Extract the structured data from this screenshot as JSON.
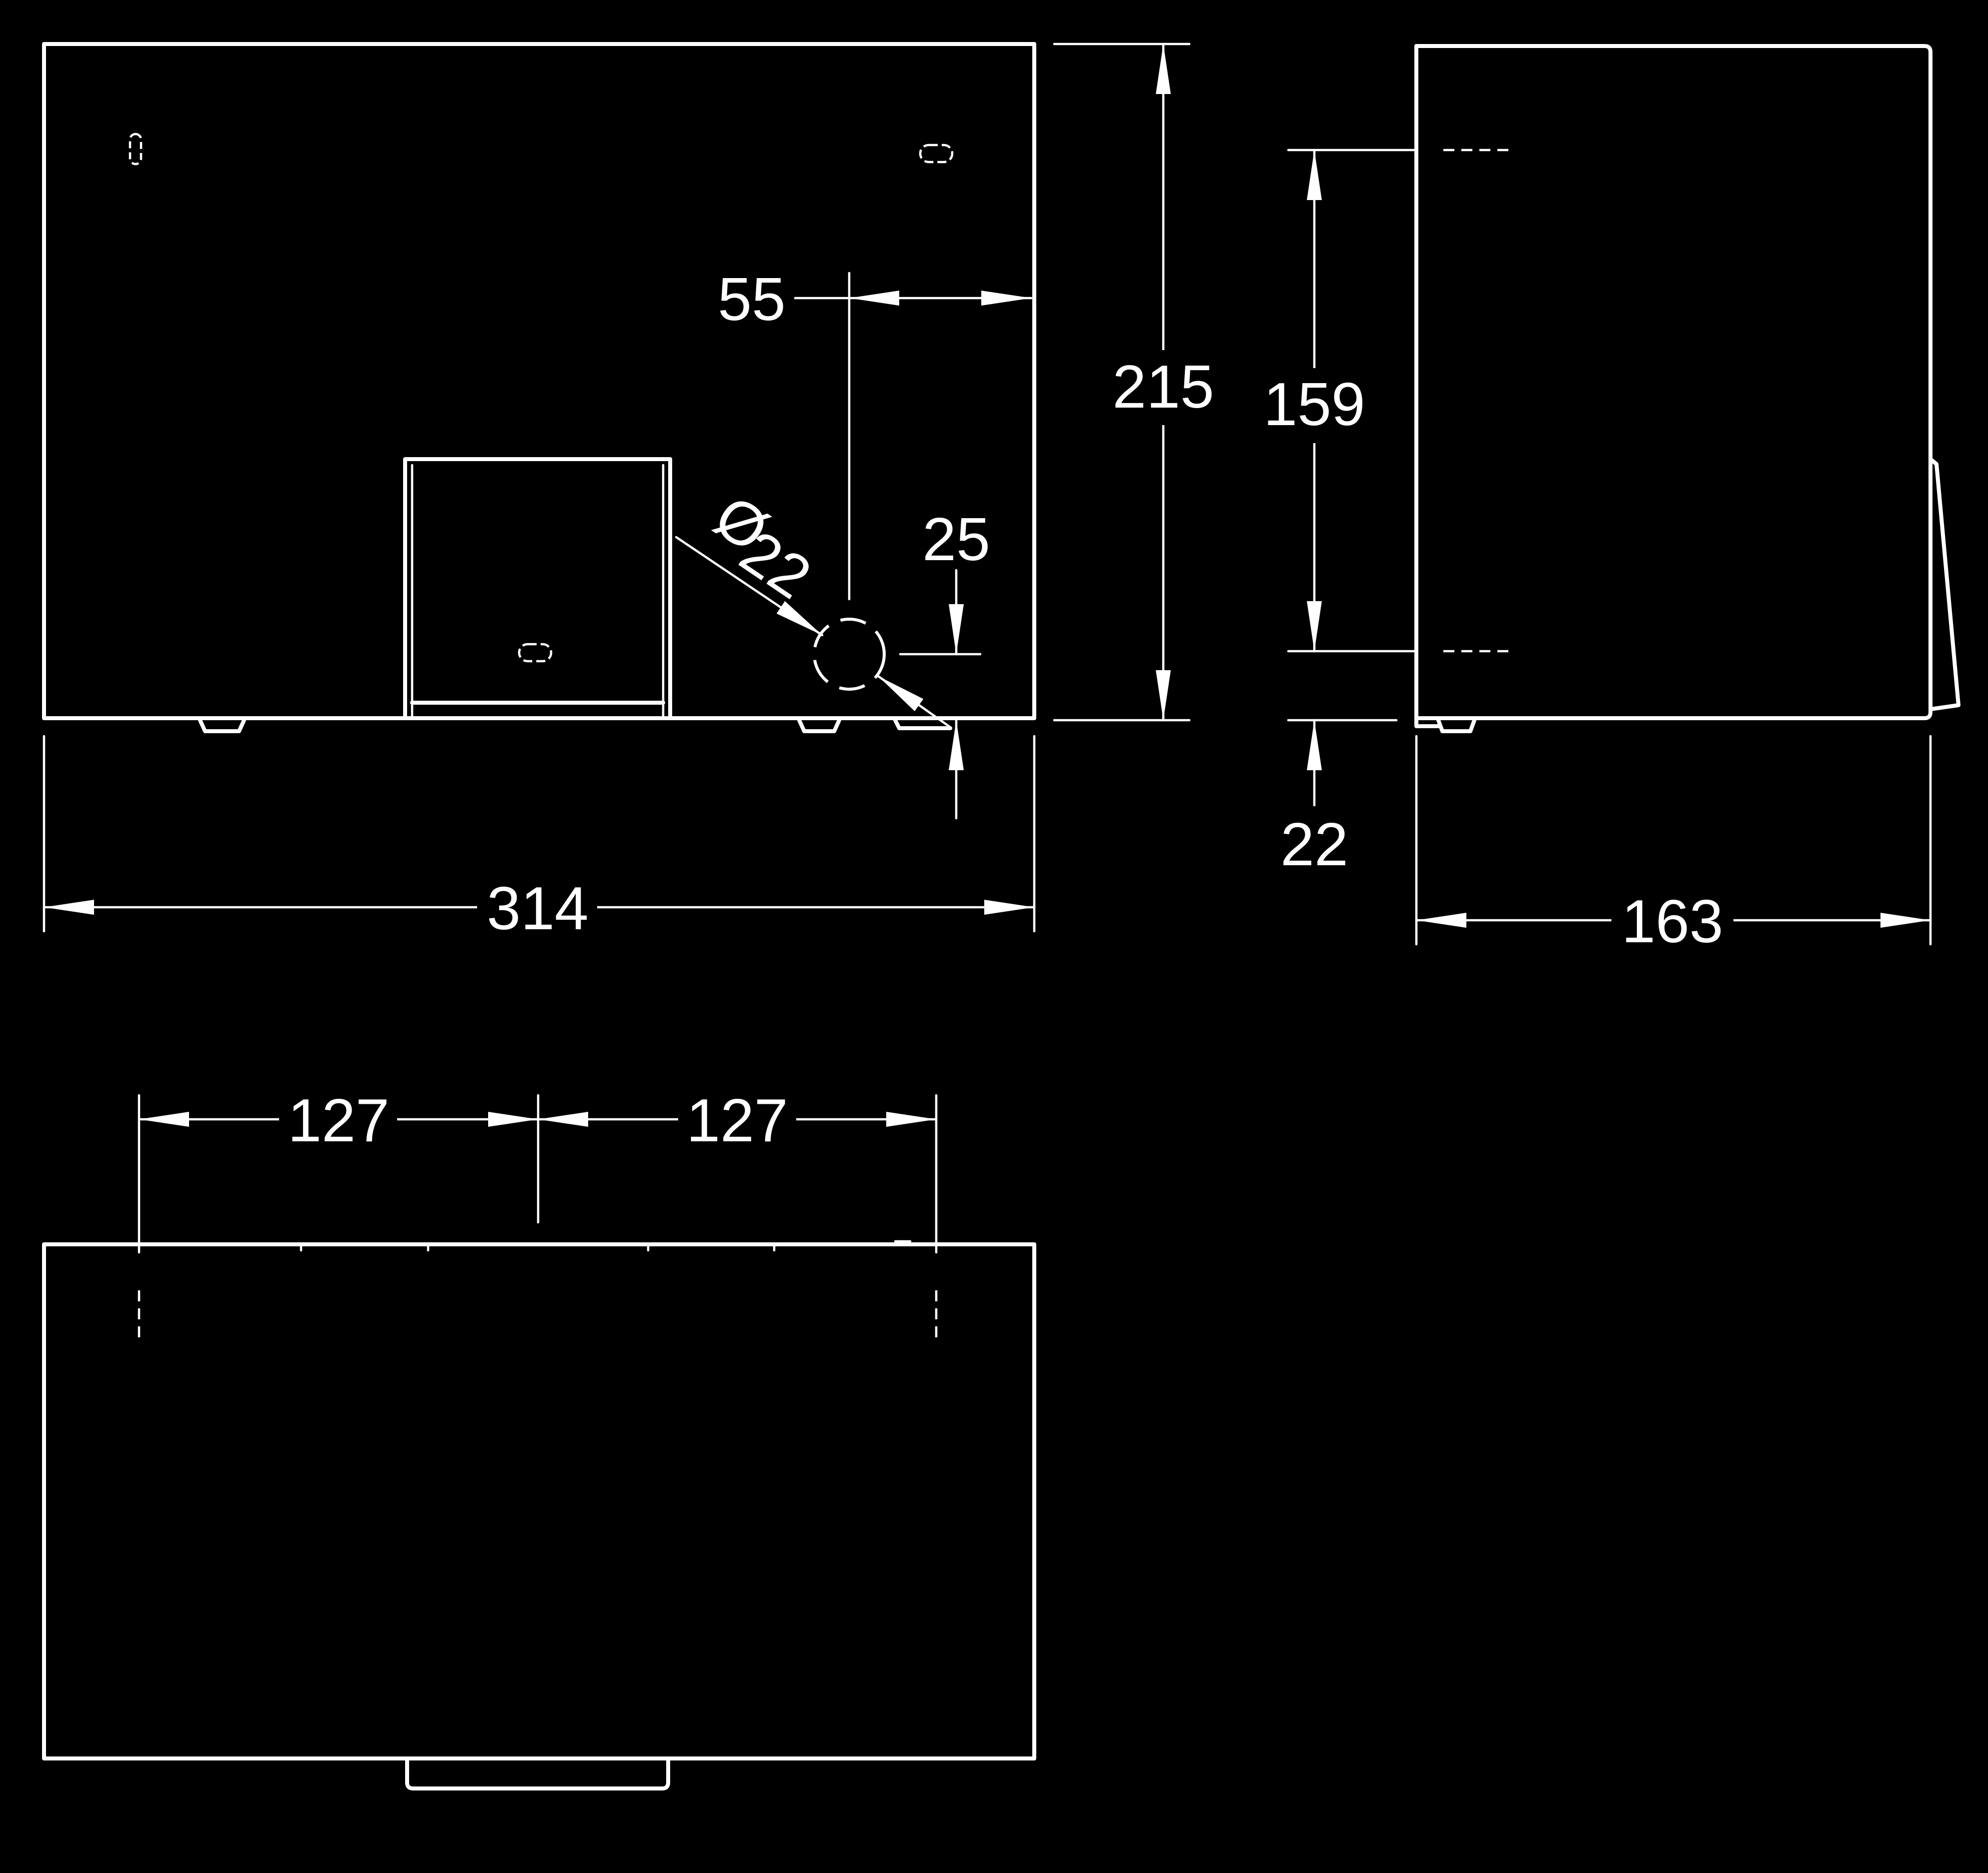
{
  "drawing": {
    "background": "#000000",
    "line_color": "#ffffff",
    "dimensions": {
      "front_width": "314",
      "front_height": "215",
      "hole_offset_right": "55",
      "hole_offset_bottom": "25",
      "hole_symbol": "Ø",
      "hole_diameter": "22",
      "side_hole_spacing": "159",
      "side_bottom_offset": "22",
      "side_depth": "163",
      "top_spacing_left": "127",
      "top_spacing_right": "127"
    }
  }
}
